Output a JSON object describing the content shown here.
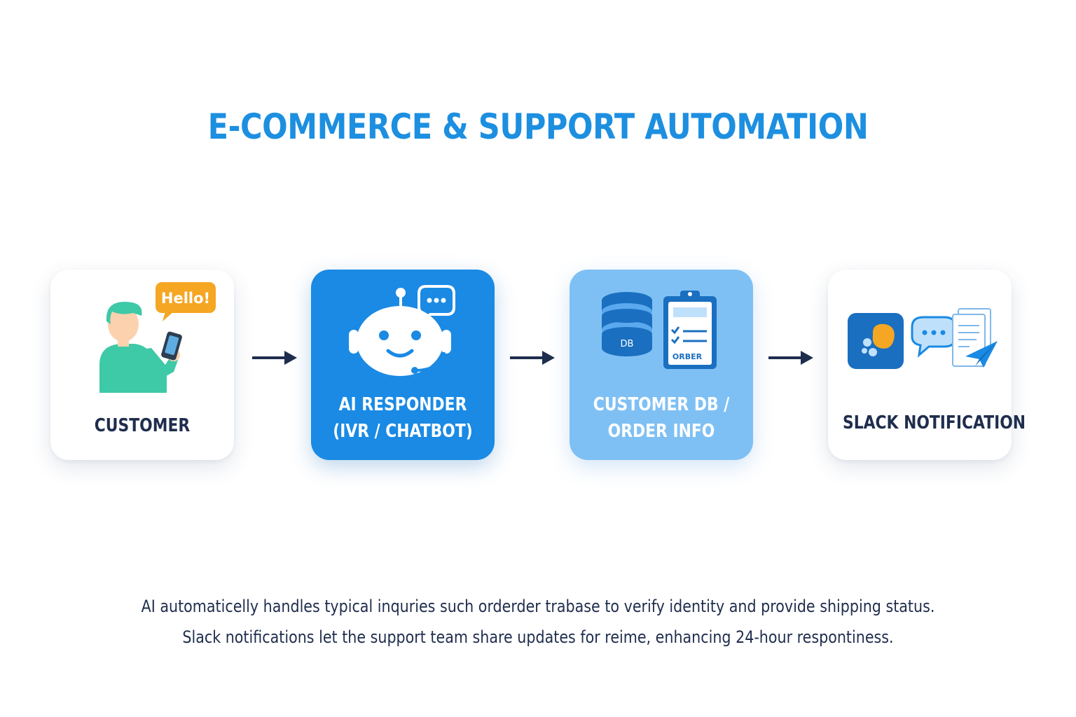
{
  "title": "E-COMMERCE & SUPPORT AUTOMATION",
  "colors": {
    "accent": "#1d8fe0",
    "card_blue": "#1a8ae4",
    "card_light": "#7fc0f4",
    "text_dark": "#1f2d4d",
    "bubble_orange": "#f5a623",
    "person_teal": "#3ec9a7",
    "arrow": "#1f2d4d"
  },
  "steps": [
    {
      "label_lines": [
        "CUSTOMER"
      ],
      "bubble_text": "Hello!",
      "icon": "person-with-phone-icon"
    },
    {
      "label_lines": [
        "AI RESPONDER",
        "(IVR / CHATBOT)"
      ],
      "icon": "robot-headset-icon"
    },
    {
      "label_lines": [
        "CUSTOMER DB /",
        "ORDER INFO"
      ],
      "db_text": "DB",
      "order_text": "ORBER",
      "icon": "database-clipboard-icon"
    },
    {
      "label_lines": [
        "SLACK NOTIFICATION"
      ],
      "icon": "slack-message-icon"
    }
  ],
  "arrows": [
    "arrow-right-icon",
    "arrow-right-icon",
    "arrow-right-icon"
  ],
  "caption": {
    "line1": "AI automaticelly handles typical inquries such orderder trabase to verify identity and provide shipping status.",
    "line2": "Slack notifications let the support team share updates for reime, enhancing 24-hour respontiness."
  }
}
